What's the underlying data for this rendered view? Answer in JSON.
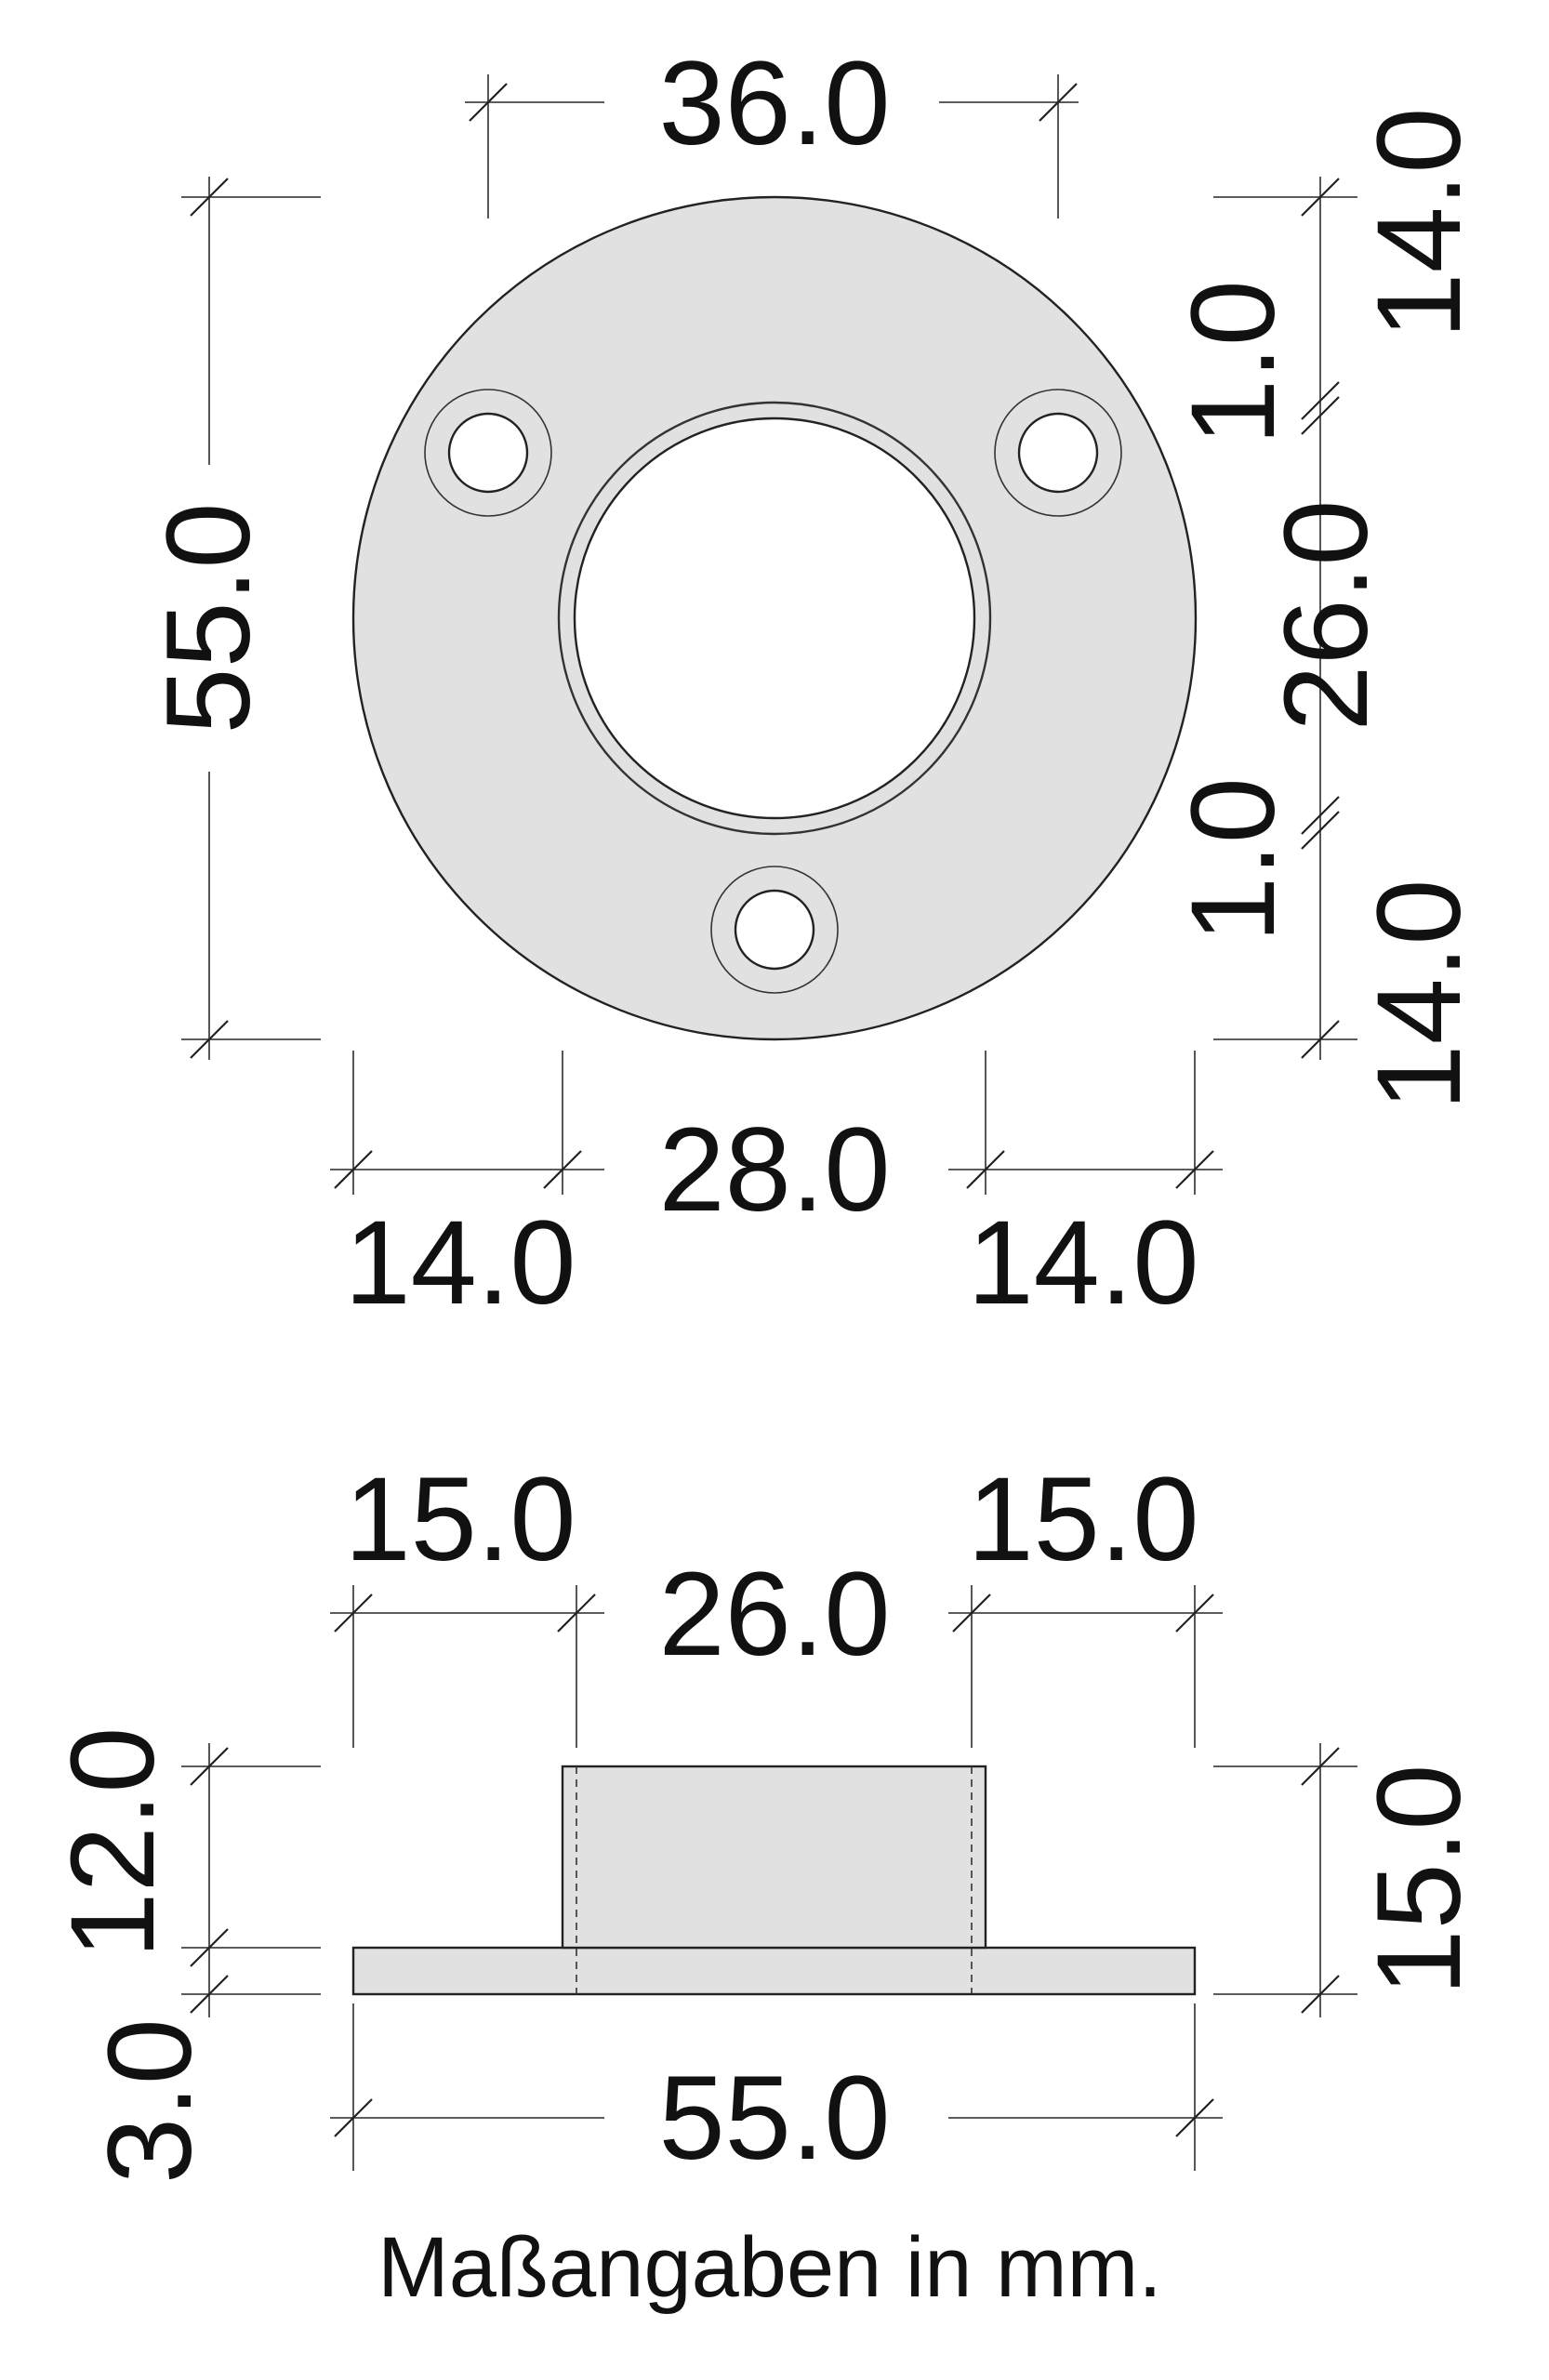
{
  "top_view": {
    "dim_top_width": "36.0",
    "dim_outer_diameter": "55.0",
    "dim_right_top": "14.0",
    "dim_right_wall_top": "1.0",
    "dim_right_inner": "26.0",
    "dim_right_wall_bottom": "1.0",
    "dim_right_bottom": "14.0",
    "dim_bottom_center": "28.0",
    "dim_bottom_left": "14.0",
    "dim_bottom_right": "14.0"
  },
  "side_view": {
    "dim_top_left": "15.0",
    "dim_top_center": "26.0",
    "dim_top_right": "15.0",
    "dim_left_upper": "12.0",
    "dim_left_lower": "3.0",
    "dim_right_total": "15.0",
    "dim_bottom_total": "55.0"
  },
  "caption": "Maßangaben in mm.",
  "colors": {
    "part_fill": "#e1e1e1",
    "line": "#222222",
    "background": "#ffffff"
  }
}
